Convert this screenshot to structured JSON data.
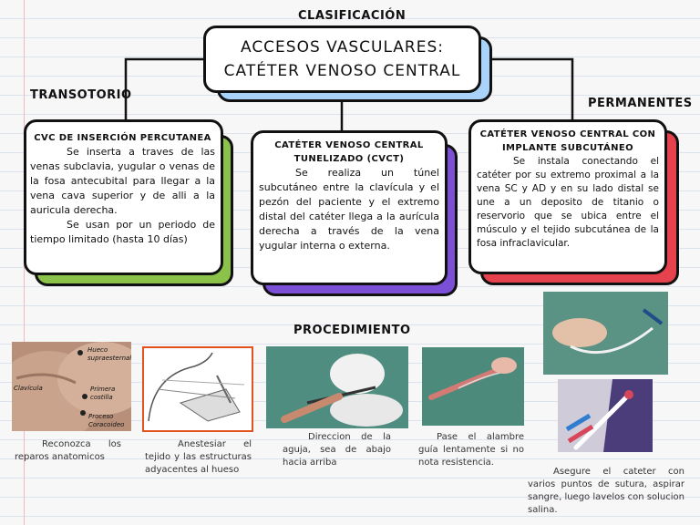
{
  "headings": {
    "classification": "CLASIFICACIÓN",
    "temporary": "TRANSOTORIO",
    "permanent": "PERMANENTES",
    "procedure": "PROCEDIMIENTO"
  },
  "main_card": {
    "title_line1": "ACCESOS VASCULARES:",
    "title_line2": "CATÉTER VENOSO CENTRAL"
  },
  "cards": [
    {
      "title": "CVC de inserción percutanea",
      "paragraphs": [
        "Se inserta a traves de las venas subclavia, yugular o venas de la fosa antecubital para llegar a la vena cava superior y de alli a la auricula derecha.",
        "Se usan por un periodo de tiempo limitado (hasta 10 días)"
      ]
    },
    {
      "title": "Catéter venoso central tunelizado (CVCT)",
      "paragraphs": [
        "Se realiza un túnel subcutáneo entre la clavícula y el pezón del paciente y el extremo distal del catéter llega a la aurícula derecha a través de la vena yugular interna o externa."
      ]
    },
    {
      "title": "Catéter venoso central con implante subcutáneo",
      "paragraphs": [
        "Se instala conectando el catéter por su extremo proximal a la vena SC y AD y en su lado distal se une a un deposito de titanio o reservorio que se ubica entre el músculo y el tejido subcutánea de la fosa infraclavicular."
      ]
    }
  ],
  "photo_labels": {
    "anatomy": [
      "Hueco supraesternal",
      "Clavícula",
      "Primera costilla",
      "Proceso Coracoideo"
    ]
  },
  "captions": [
    "Reconozca los reparos anatomicos",
    "Anestesiar el tejido y las estructuras adyacentes al hueso",
    "Direccion de la aguja, sea de abajo hacia arriba",
    "Pase el alambre guía lentamente si no nota resistencia.",
    "Asegure el cateter con varios puntos de sutura, aspirar sangre, luego lavelos con solucion salina."
  ],
  "colors": {
    "blue_shadow": "#a9d3fb",
    "green_shadow": "#8bc34a",
    "purple_shadow": "#7b4fd6",
    "red_shadow": "#e5424d"
  }
}
